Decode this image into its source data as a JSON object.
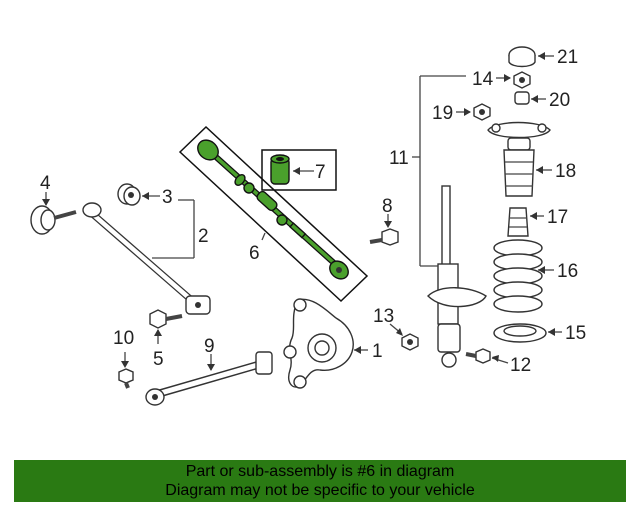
{
  "callouts": {
    "c1": "1",
    "c2": "2",
    "c3": "3",
    "c4": "4",
    "c5": "5",
    "c6": "6",
    "c7": "7",
    "c8": "8",
    "c9": "9",
    "c10": "10",
    "c11": "11",
    "c12": "12",
    "c13": "13",
    "c14": "14",
    "c15": "15",
    "c16": "16",
    "c17": "17",
    "c18": "18",
    "c19": "19",
    "c20": "20",
    "c21": "21"
  },
  "banner": {
    "line1": "Part or sub-assembly is #6 in diagram",
    "line2": "Diagram may not be specific to your vehicle"
  },
  "colors": {
    "highlight": "#4aa02c",
    "banner": "#2a7a13"
  }
}
